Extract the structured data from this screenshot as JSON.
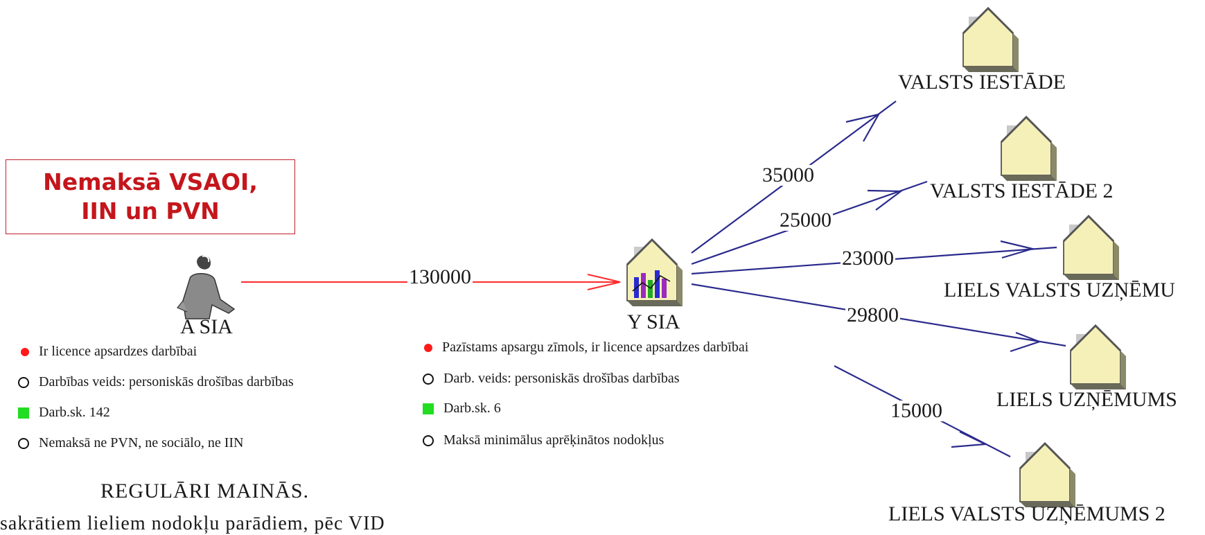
{
  "callout": {
    "line1": "Nemaksā VSAOI,",
    "line2": "IIN un PVN"
  },
  "nodes": {
    "a_sia": {
      "label": "A SIA"
    },
    "y_sia": {
      "label": "Y SIA"
    },
    "valsts_iestade": {
      "label": "VALSTS IESTĀDE"
    },
    "valsts_iestade_2": {
      "label": "VALSTS IESTĀDE 2"
    },
    "liels_valsts_uznemums": {
      "label": "LIELS VALSTS UZŅĒMU"
    },
    "liels_uznemums": {
      "label": "LIELS UZŅĒMUMS"
    },
    "liels_valsts_uznemums_2": {
      "label": "LIELS VALSTS UZŅĒMUMS 2"
    }
  },
  "flows": {
    "a_to_y": "130000",
    "y_to_valsts_iestade": "35000",
    "y_to_valsts_iestade_2": "25000",
    "y_to_liels_valsts_uznemums": "23000",
    "y_to_liels_uznemums": "29800",
    "y_to_liels_valsts_uznemums_2": "15000"
  },
  "a_sia_attributes": [
    "Ir licence apsardzes darbībai",
    "Darbības veids: personiskās drošības darbības",
    "Darb.sk. 142",
    "Nemaksā ne PVN, ne sociālo, ne IIN"
  ],
  "y_sia_attributes": [
    "Pazīstams apsargu zīmols, ir licence apsardzes darbībai",
    "Darb. veids: personiskās drošības darbības",
    "Darb.sk. 6",
    "Maksā minimālus aprēķinātos nodokļus"
  ],
  "footer": {
    "title": "REGULĀRI MAINĀS.",
    "subtitle": "sakrātiem lieliem nodokļu parādiem, pēc VID"
  },
  "colors": {
    "red_edge": "#ff2a2a",
    "blue_edge": "#2a2a8c",
    "accent": "#c4161c",
    "house_fill": "#f5f0b8"
  }
}
